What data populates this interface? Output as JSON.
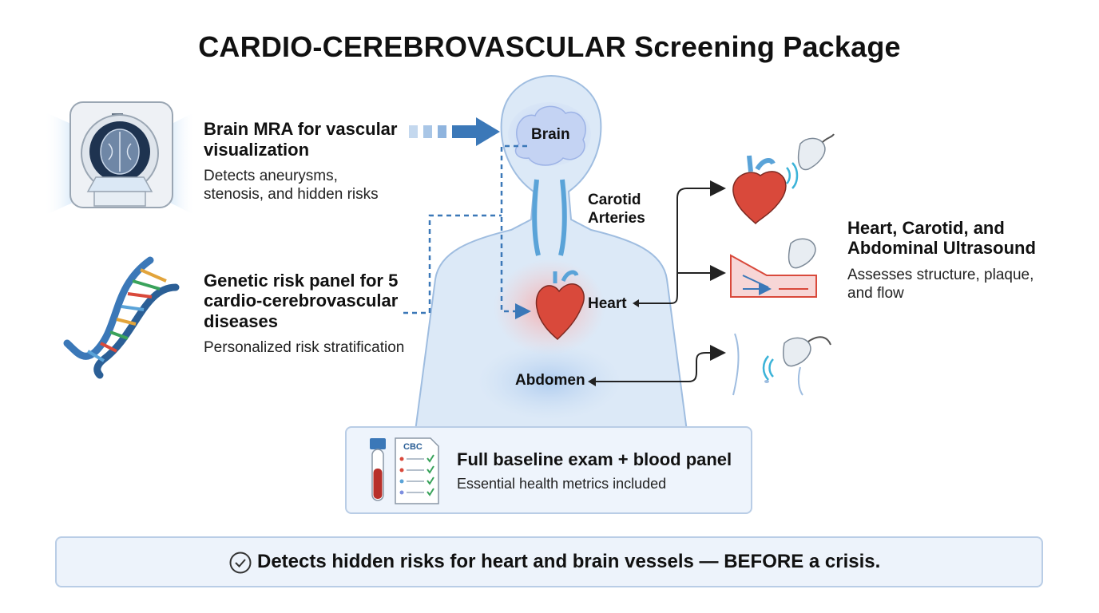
{
  "title": "CARDIO-CEREBROVASCULAR Screening Package",
  "mra": {
    "heading_lines": [
      "Brain MRA for vascular",
      "visualization"
    ],
    "desc_lines": [
      "Detects aneurysms,",
      "stenosis, and hidden risks"
    ]
  },
  "genetic": {
    "heading_lines": [
      "Genetic risk panel for 5",
      "cardio-cerebrovascular",
      "diseases"
    ],
    "desc": "Personalized risk stratification"
  },
  "body_labels": {
    "brain": "Brain",
    "carotid_lines": [
      "Carotid",
      "Arteries"
    ],
    "heart": "Heart",
    "abdomen": "Abdomen"
  },
  "ultrasound": {
    "heading_lines": [
      "Heart, Carotid, and",
      "Abdominal Ultrasound"
    ],
    "desc_lines": [
      "Assesses structure, plaque,",
      "and flow"
    ]
  },
  "baseline": {
    "heading": "Full baseline exam + blood panel",
    "desc": "Essential health metrics included",
    "report_label": "CBC"
  },
  "footer": {
    "text": "Detects hidden risks for heart and brain vessels — BEFORE a crisis."
  },
  "colors": {
    "accent_blue": "#3b78b8",
    "body_fill": "#dce9f7",
    "heart_red": "#d9493b",
    "artery_blue": "#5aa3d8",
    "card_border": "#b9cde6"
  },
  "icons": [
    "mri-scanner-icon",
    "dna-helix-icon",
    "ultrasound-probe-icon",
    "blood-tube-icon",
    "report-clipboard-icon",
    "check-circle-icon"
  ]
}
